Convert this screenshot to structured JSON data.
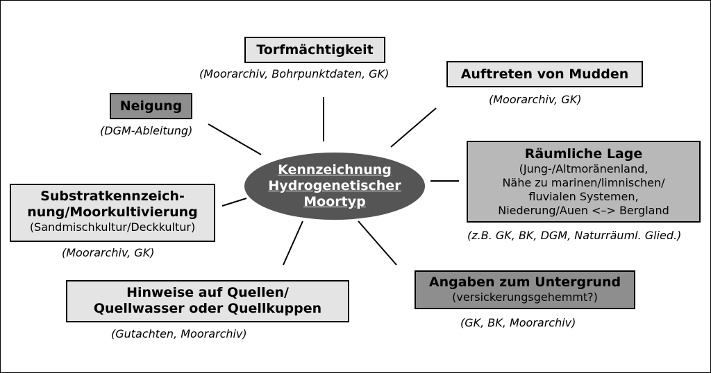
{
  "center": {
    "line1": "Kennzeichnung",
    "line2": "Hydrogenetischer",
    "line3": "Moortyp"
  },
  "nodes": {
    "torf": {
      "title": "Torfmächtigkeit",
      "source": "(Moorarchiv, Bohrpunktdaten, GK)"
    },
    "mudden": {
      "title": "Auftreten von Mudden",
      "source": "(Moorarchiv, GK)"
    },
    "neigung": {
      "title": "Neigung",
      "source": "(DGM-Ableitung)"
    },
    "lage": {
      "title": "Räumliche Lage",
      "lines": [
        "(Jung-/Altmoränenland,",
        "Nähe zu marinen/limnischen/",
        "fluvialen Systemen,",
        "Niederung/Auen <–> Bergland"
      ],
      "source": "(z.B. GK, BK, DGM, Naturräuml. Glied.)"
    },
    "substrat": {
      "title1": "Substratkennzeich-",
      "title2": "nung/Moorkultivierung",
      "sub": "(Sandmischkultur/Deckkultur)",
      "source": "(Moorarchiv, GK)"
    },
    "quellen": {
      "title1": "Hinweise auf Quellen/",
      "title2": "Quellwasser oder Quellkuppen",
      "source": "(Gutachten, Moorarchiv)"
    },
    "untergrund": {
      "title": "Angaben zum Untergrund",
      "sub": "(versickerungsgehemmt?)",
      "source": "(GK, BK, Moorarchiv)"
    }
  },
  "colors": {
    "light": "#e4e4e4",
    "mid": "#b8b8b8",
    "dark": "#8e8e8e",
    "center": "#555555"
  }
}
